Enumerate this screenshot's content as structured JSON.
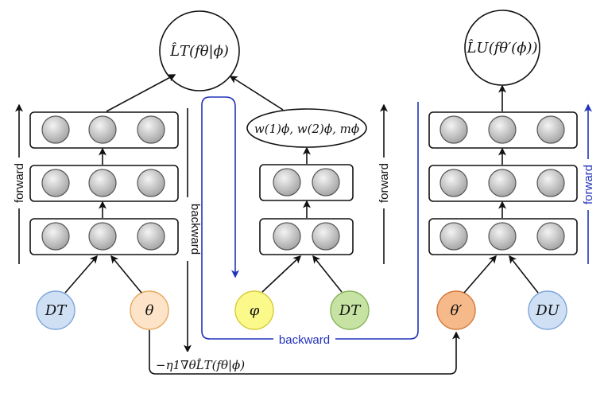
{
  "nodes": {
    "loss_t": "L̂T(fθ|ϕ)",
    "loss_u": "L̂U(fθ′(ϕ))",
    "meta_weights": "w(1)ϕ, w(2)ϕ, mϕ",
    "d_t": "DT",
    "theta": "θ",
    "phi": "φ",
    "d_t_2": "DT",
    "theta_prime": "θ′",
    "d_u": "DU"
  },
  "labels": {
    "forward_left": "forward",
    "backward_left": "backward",
    "forward_middle": "forward",
    "forward_right": "forward",
    "backward_bottom": "backward",
    "update_rule": "−η1∇θL̂T(fθ|ϕ)"
  },
  "colors": {
    "d_t_fill": "#cfe0f5",
    "d_t_stroke": "#7ea6d8",
    "theta_fill": "#fde3c8",
    "theta_stroke": "#e7a85a",
    "phi_fill": "#fbf98a",
    "phi_stroke": "#d6cc3a",
    "d_t2_fill": "#c6e3a3",
    "d_t2_stroke": "#86b45a",
    "theta_prime_fill": "#f6b98a",
    "theta_prime_stroke": "#d27a3e",
    "d_u_fill": "#cfe0f5",
    "d_u_stroke": "#7ea6d8",
    "blue_path": "#2233bb"
  }
}
